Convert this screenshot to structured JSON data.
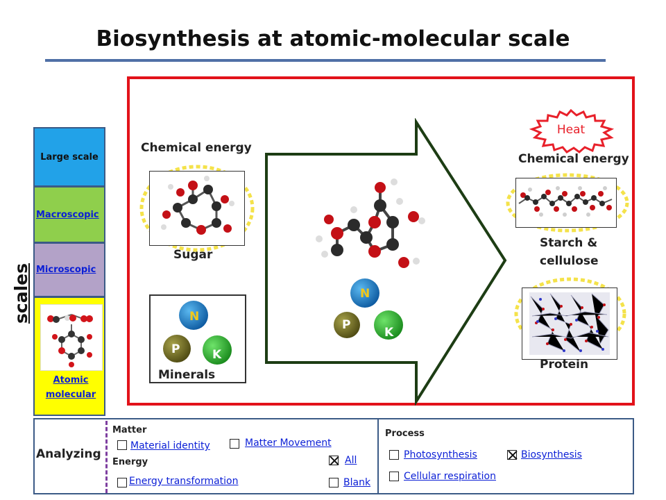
{
  "title": "Biosynthesis at atomic-molecular scale",
  "scales": {
    "label": "scales",
    "items": [
      {
        "label": "Large scale",
        "color": "#22a2e8",
        "link": false
      },
      {
        "label": "Macroscopic",
        "color": "#8fcf4c",
        "link": true
      },
      {
        "label": "Microscopic",
        "color": "#b3a2c8",
        "link": true
      },
      {
        "label": "Atomic molecular",
        "color": "#ffff00",
        "link": true
      }
    ]
  },
  "diagram": {
    "left_energy_label": "Chemical energy",
    "sugar_label": "Sugar",
    "minerals_label": "Minerals",
    "heat_label": "Heat",
    "right_energy_label": "Chemical energy",
    "starch_label_line1": "Starch &",
    "starch_label_line2": "cellulose",
    "protein_label": "Protein",
    "atoms": {
      "n": "N",
      "p": "P",
      "k": "K"
    },
    "colors": {
      "frame": "#e2121a",
      "arrow": "#1d3d14",
      "energy_glow": "#f4e24a",
      "heat": "#e8202a"
    }
  },
  "analyzing": {
    "label": "Analyzing",
    "matter_label": "Matter",
    "energy_label": "Energy",
    "process_label": "Process",
    "options": {
      "material_identity": "Material identity",
      "matter_movement": "Matter Movement",
      "energy_transformation": "Energy transformation",
      "all": "All",
      "blank": "Blank",
      "photosynthesis": "Photosynthesis",
      "biosynthesis": "Biosynthesis",
      "cellular_respiration": "Cellular respiration"
    },
    "checked": [
      "all",
      "biosynthesis"
    ]
  }
}
